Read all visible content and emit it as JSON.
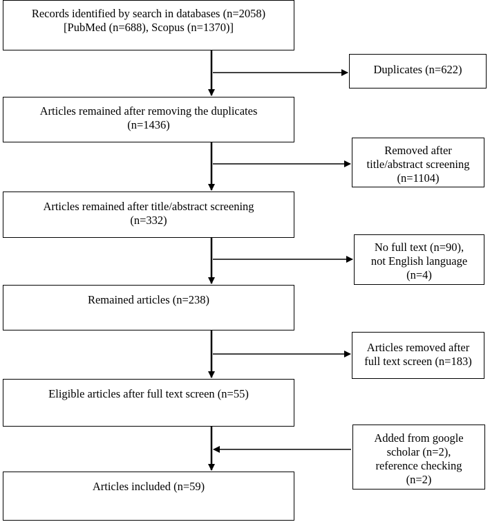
{
  "main_steps": [
    {
      "lines": [
        "Records identified by search in databases (n=2058)",
        "[PubMed (n=688), Scopus (n=1370)]"
      ]
    },
    {
      "lines": [
        "Articles remained after removing the duplicates",
        "(n=1436)"
      ]
    },
    {
      "lines": [
        "Articles remained after title/abstract screening",
        "(n=332)"
      ]
    },
    {
      "lines": [
        "Remained articles (n=238)"
      ]
    },
    {
      "lines": [
        "Eligible articles after full text screen (n=55)"
      ]
    },
    {
      "lines": [
        "Articles included (n=59)"
      ]
    }
  ],
  "side_boxes": [
    {
      "lines": [
        "Duplicates (n=622)"
      ],
      "direction": "out"
    },
    {
      "lines": [
        "Removed after",
        "title/abstract screening",
        "(n=1104)"
      ],
      "direction": "out"
    },
    {
      "lines": [
        "No full text (n=90),",
        "not English language",
        "(n=4)"
      ],
      "direction": "out"
    },
    {
      "lines": [
        "Articles removed after",
        "full text screen (n=183)"
      ],
      "direction": "out"
    },
    {
      "lines": [
        "Added from google",
        "scholar (n=2),",
        "reference checking",
        "(n=2)"
      ],
      "direction": "in"
    }
  ]
}
